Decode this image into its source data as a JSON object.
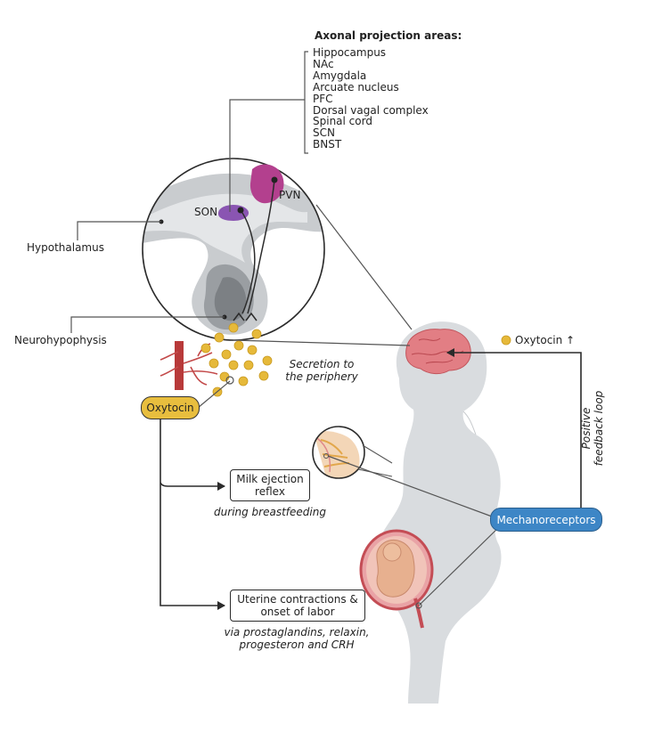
{
  "projection": {
    "title": "Axonal projection areas:",
    "areas": [
      "Hippocampus",
      "NAc",
      "Amygdala",
      "Arcuate nucleus",
      "PFC",
      "Dorsal vagal complex",
      "Spinal cord",
      "SCN",
      "BNST"
    ]
  },
  "brain_labels": {
    "son": "SON",
    "pvn": "PVN"
  },
  "labels": {
    "hypothalamus": "Hypothalamus",
    "neurohypophysis": "Neurohypophysis",
    "secretion_line1": "Secretion to",
    "secretion_line2": "the periphery",
    "oxytocin": "Oxytocin",
    "oxytocin_up": "Oxytocin ↑",
    "feedback_line1": "Positive",
    "feedback_line2": "feedback loop",
    "mechanoreceptors": "Mechanoreceptors"
  },
  "effects": {
    "milk_line1": "Milk ejection",
    "milk_line2": "reflex",
    "milk_note": "during breastfeeding",
    "uterine_line1": "Uterine contractions &",
    "uterine_line2": "onset of labor",
    "uterine_note_line1": "via prostaglandins, relaxin,",
    "uterine_note_line2": "progesteron and CRH"
  },
  "colors": {
    "oxytocin_pill": "#e8be3e",
    "hormone_dot": "#e6b93a",
    "mechanoreceptor_pill": "#3d86c6",
    "pvn_nucleus": "#b3408e",
    "son_nucleus": "#8a55b2",
    "body_silhouette": "#d9dcdf",
    "brain": "#e27e84",
    "blood_vessel": "#b83a3a"
  }
}
